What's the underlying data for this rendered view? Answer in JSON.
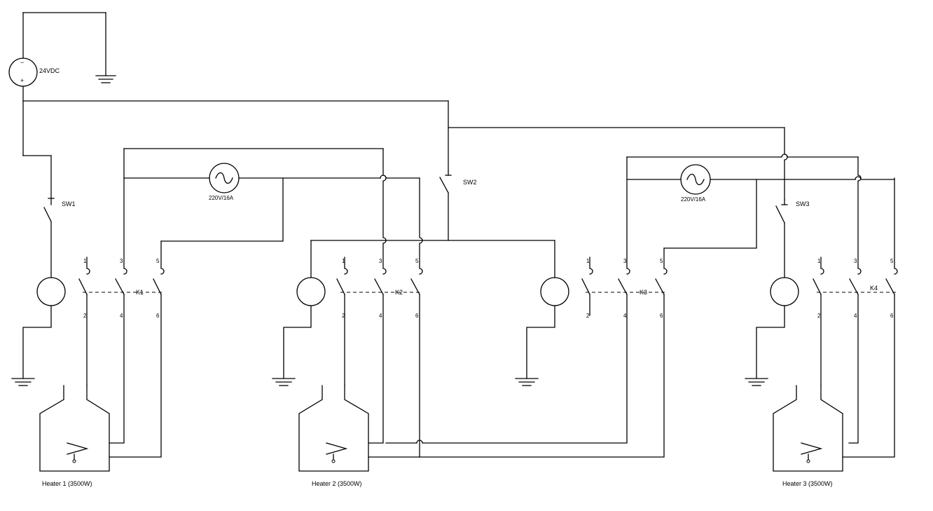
{
  "source": {
    "label": "24VDC",
    "minus": "−",
    "plus": "+"
  },
  "switches": [
    "SW1",
    "SW2",
    "SW3"
  ],
  "ac_sources": [
    "220V/16A",
    "220V/16A"
  ],
  "contactors": [
    {
      "name": "K1",
      "pins": [
        "1",
        "3",
        "5",
        "2",
        "4",
        "6"
      ]
    },
    {
      "name": "K2",
      "pins": [
        "1",
        "3",
        "5",
        "2",
        "4",
        "6"
      ]
    },
    {
      "name": "K3",
      "pins": [
        "1",
        "3",
        "5",
        "2",
        "4",
        "6"
      ]
    },
    {
      "name": "K4",
      "pins": [
        "1",
        "3",
        "5",
        "2",
        "4",
        "6"
      ]
    }
  ],
  "heaters": [
    "Heater 1 (3500W)",
    "Heater 2 (3500W)",
    "Heater 3  (3500W)"
  ]
}
